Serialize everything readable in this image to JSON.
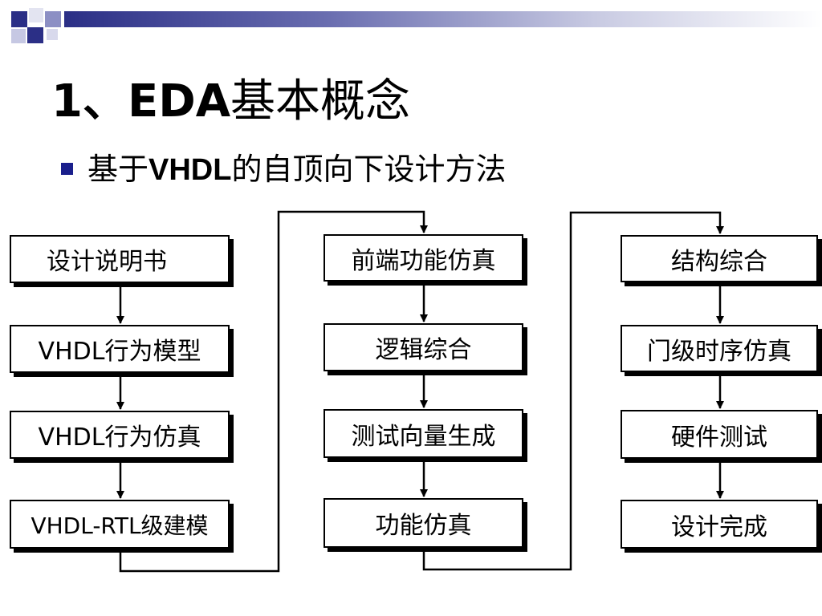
{
  "slide": {
    "title": "1、EDA基本概念",
    "title_prefix": "1、EDA",
    "title_cjk": "基本概念",
    "bullet_prefix": "基于",
    "bullet_bold": "VHDL",
    "bullet_suffix": "的自顶向下设计方法"
  },
  "flow": {
    "column1": [
      "设计说明书",
      "VHDL行为模型",
      "VHDL行为仿真",
      "VHDL-RTL级建模"
    ],
    "column2": [
      "前端功能仿真",
      "逻辑综合",
      "测试向量生成",
      "功能仿真"
    ],
    "column3": [
      "结构综合",
      "门级时序仿真",
      "硬件测试",
      "设计完成"
    ]
  },
  "colors": {
    "accent": "#2b2f86",
    "bullet": "#1a1f8c"
  }
}
